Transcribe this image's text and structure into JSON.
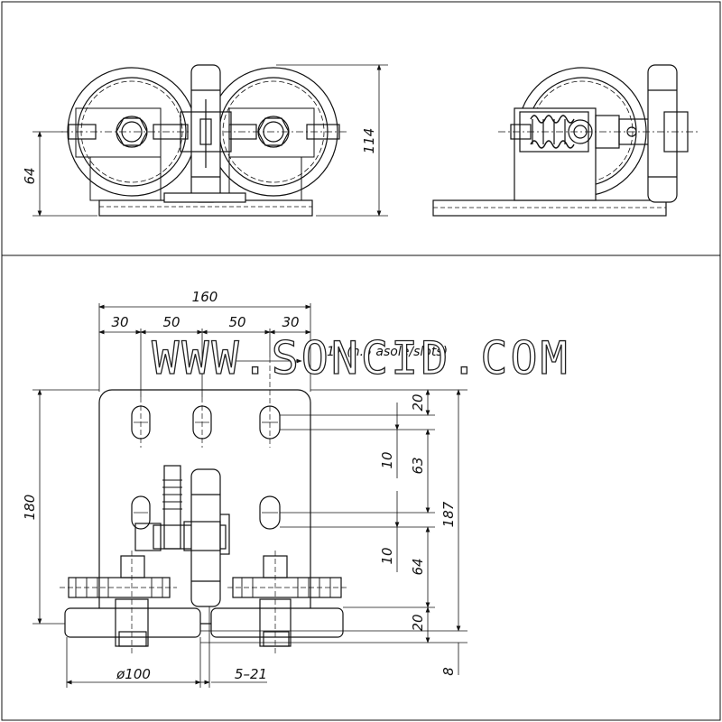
{
  "watermark": "WWW.SONCID.COM",
  "note": "17 (n.5 asole/slots)",
  "top_dims": {
    "d_64": "64",
    "d_114": "114"
  },
  "plan_dims": {
    "total_width": "160",
    "seg_1": "30",
    "seg_2": "50",
    "seg_3": "50",
    "seg_4": "30",
    "height_180": "180",
    "height_187": "187",
    "d_20_top": "20",
    "d_10_a": "10",
    "d_63": "63",
    "d_10_b": "10",
    "d_64": "64",
    "d_20_bottom": "20",
    "d_8": "8",
    "wheel_diameter": "ø100",
    "gap_range": "5–21"
  }
}
